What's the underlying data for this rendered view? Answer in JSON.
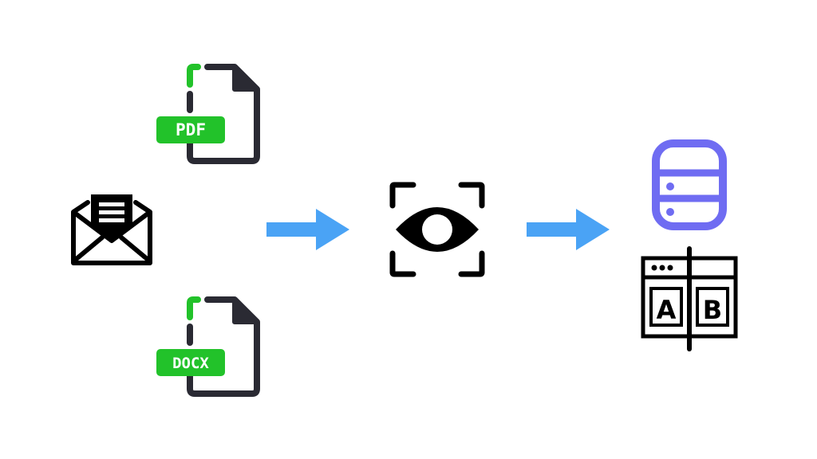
{
  "diagram": {
    "inputs": [
      {
        "icon": "pdf-file-icon",
        "label": "PDF"
      },
      {
        "icon": "email-document-icon"
      },
      {
        "icon": "docx-file-icon",
        "label": "DOCX"
      }
    ],
    "processor": {
      "icon": "eye-scan-icon"
    },
    "outputs": [
      {
        "icon": "database-icon"
      },
      {
        "icon": "ab-comparison-window-icon",
        "letters": [
          "A",
          "B"
        ]
      }
    ],
    "colors": {
      "badge_green": "#22c22a",
      "file_outline": "#2a2a33",
      "arrow_blue": "#4aa3f5",
      "database_purple": "#6f6cf2",
      "icon_black": "#000000"
    }
  }
}
